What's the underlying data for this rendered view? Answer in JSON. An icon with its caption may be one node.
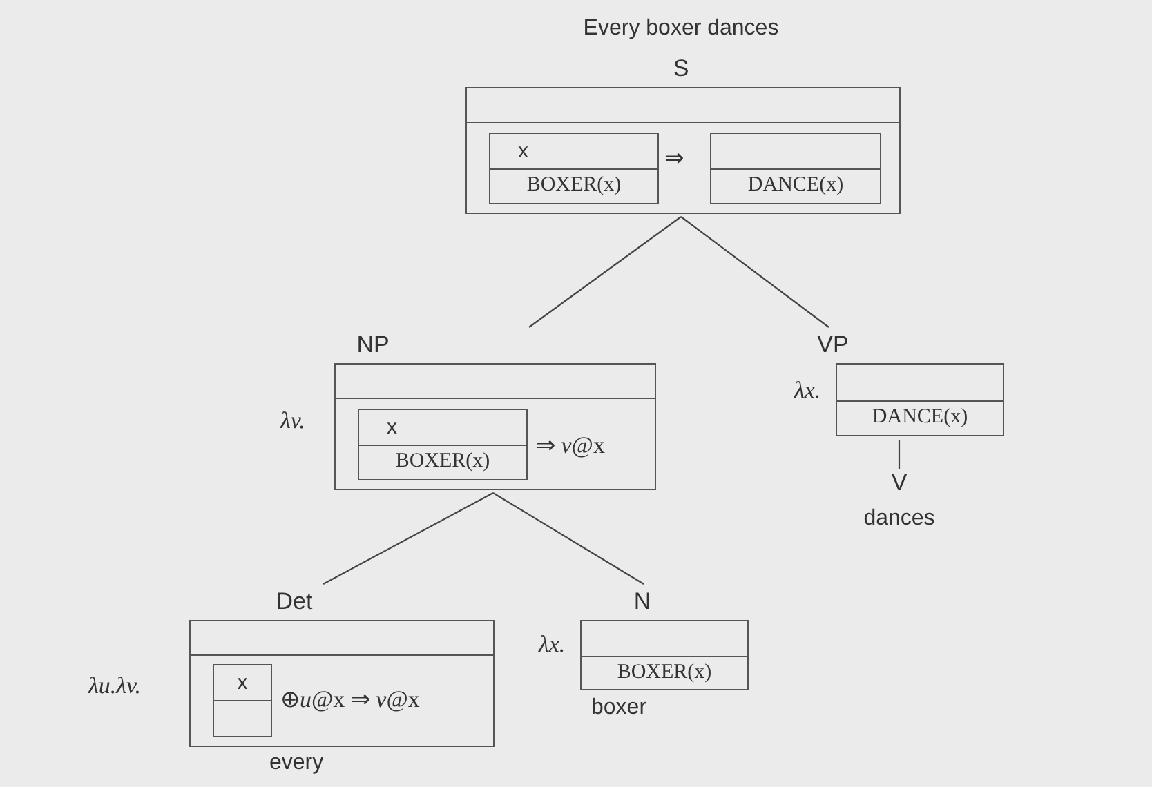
{
  "diagram": {
    "title": "Every boxer dances",
    "nodes": [
      {
        "text": [
          "S",
          "⇒"
        ]
      },
      {
        "text": [
          "x",
          "BOXER(x)"
        ],
        "in": 0
      },
      {
        "text": [
          "DANCE(x)"
        ],
        "in": 0
      },
      {
        "text": [
          "NP",
          "⇒ *v*@x"
        ],
        "beside": [
          "λv."
        ]
      },
      {
        "text": [
          "x",
          "BOXER(x)"
        ],
        "in": 3
      },
      {
        "text": [
          "VP",
          "DANCE(x)"
        ],
        "beside": [
          "λx."
        ]
      },
      {
        "text": [
          "V",
          "dances"
        ]
      },
      {
        "text": [
          "Det",
          "⊕*u*@x ⇒ *v*@x"
        ],
        "beside": [
          "λu.λv.",
          "every"
        ]
      },
      {
        "text": [
          "x"
        ],
        "in": 7
      },
      {
        "text": [
          "N",
          "BOXER(x)"
        ],
        "beside": [
          "λx.",
          "boxer"
        ]
      }
    ],
    "edges": [
      {
        "from": 0,
        "to": 3,
        "arrow": "none"
      },
      {
        "from": 0,
        "to": 5,
        "arrow": "none"
      },
      {
        "from": 3,
        "to": 7,
        "arrow": "none"
      },
      {
        "from": 3,
        "to": 9,
        "arrow": "none"
      },
      {
        "from": 5,
        "to": 6,
        "arrow": "none"
      }
    ]
  }
}
